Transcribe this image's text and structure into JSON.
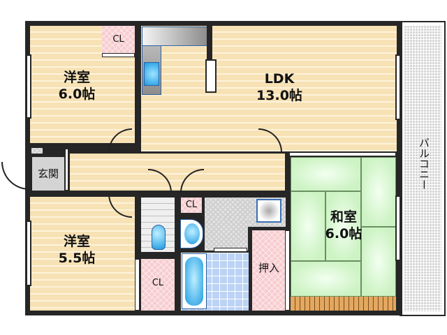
{
  "floorplan": {
    "rooms": {
      "western_room_1": {
        "name": "洋室",
        "size": "6.0帖"
      },
      "ldk": {
        "name": "LDK",
        "size": "13.0帖"
      },
      "western_room_2": {
        "name": "洋室",
        "size": "5.5帖"
      },
      "japanese_room": {
        "name": "和室",
        "size": "6.0帖"
      },
      "entrance": {
        "name": "玄関"
      },
      "balcony": {
        "name": "バルコニー"
      },
      "closet_1": {
        "name": "CL"
      },
      "closet_2": {
        "name": "CL"
      },
      "closet_3": {
        "name": "CL"
      },
      "oshiire": {
        "name": "押入"
      }
    },
    "colors": {
      "wall": "#262626",
      "flooring": "#f7e2b5",
      "closet": "#f7cdd0",
      "tatami": "#cdf3c4",
      "balcony": "#d6d6d6",
      "fixture_blue": "#2aa7e8",
      "engawa": "#e3a860"
    }
  }
}
